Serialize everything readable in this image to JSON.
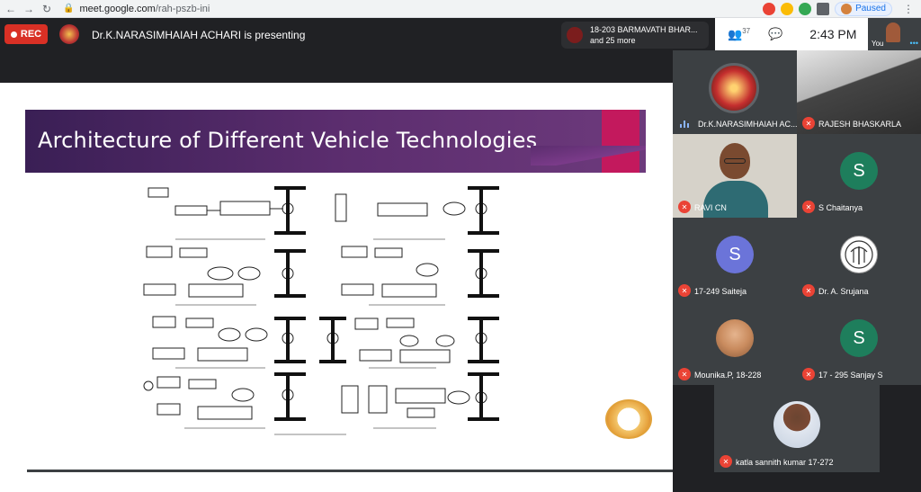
{
  "browser": {
    "url_host": "meet.google.com",
    "url_path": "/rah-pszb-ini",
    "profile_status": "Paused"
  },
  "meeting": {
    "rec_label": "REC",
    "presenting_text": "Dr.K.NARASIMHAIAH ACHARI is presenting",
    "join_notice_line1": "18-203 BARMAVATH BHAR...",
    "join_notice_line2": "and 25 more",
    "participant_count": "37",
    "time": "2:43 PM",
    "self_label": "You"
  },
  "slide": {
    "title": "Architecture of Different Vehicle Technologies"
  },
  "participants": [
    {
      "name": "Dr.K.NARASIMHAIAH AC...",
      "muted": false,
      "speaking": true
    },
    {
      "name": "RAJESH BHASKARLA",
      "muted": true
    },
    {
      "name": "RAVI CN",
      "muted": true
    },
    {
      "name": "S Chaitanya",
      "initial": "S",
      "muted": true
    },
    {
      "name": "17-249 Saiteja",
      "initial": "S",
      "muted": true
    },
    {
      "name": "Dr. A. Srujana",
      "muted": true
    },
    {
      "name": "Mounika.P, 18-228",
      "muted": true
    },
    {
      "name": "17 - 295 Sanjay S",
      "initial": "S",
      "muted": true
    },
    {
      "name": "katla sannith kumar 17-272",
      "muted": true
    }
  ],
  "icons": {
    "back": "back-arrow-icon",
    "forward": "forward-arrow-icon",
    "reload": "reload-icon",
    "lock": "lock-icon",
    "people": "people-icon",
    "chat": "chat-icon",
    "mic_off": "mic-off-icon"
  },
  "colors": {
    "rec": "#d93025",
    "title_band": "#5b2d6e",
    "pink_tab": "#c3195d",
    "muted_mic": "#ea4335",
    "meet_bg": "#202124"
  }
}
